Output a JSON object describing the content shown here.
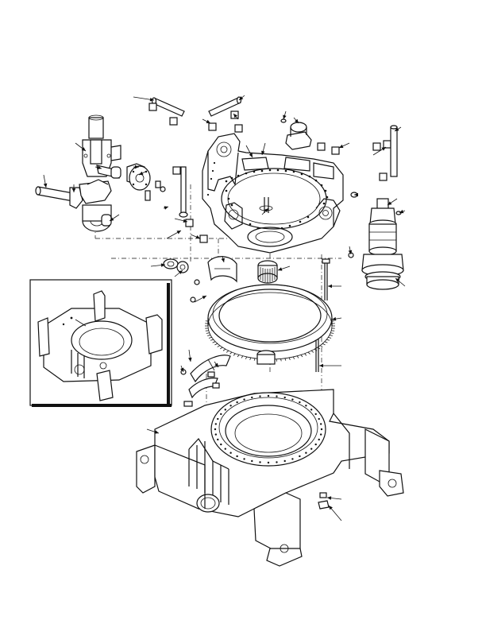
{
  "figure": {
    "page_bg": "#ffffff",
    "ink": "#111111",
    "components": [
      "upper-deck",
      "swing-bearing-ring",
      "lower-carbody",
      "inset-view",
      "hydraulic-swing-motor",
      "center-pin-assembly",
      "swing-drive-pinion"
    ]
  }
}
